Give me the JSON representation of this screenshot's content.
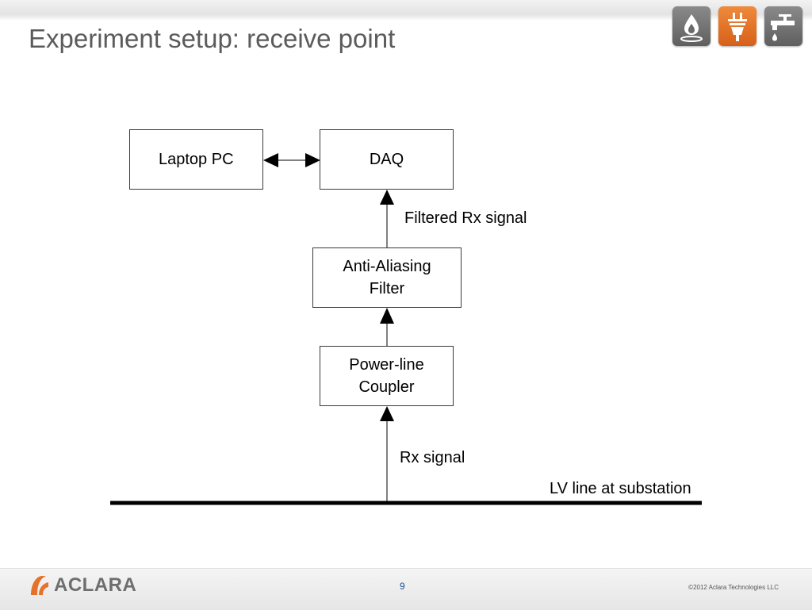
{
  "slide": {
    "title": "Experiment setup: receive point"
  },
  "header_icons": [
    {
      "icon": "gas-flame-icon",
      "color": "#707070"
    },
    {
      "icon": "electric-plug-icon",
      "color": "#e4722a"
    },
    {
      "icon": "water-faucet-icon",
      "color": "#707070"
    }
  ],
  "diagram": {
    "nodes": {
      "laptop": "Laptop PC",
      "daq": "DAQ",
      "filter_line1": "Anti-Aliasing",
      "filter_line2": "Filter",
      "coupler_line1": "Power-line",
      "coupler_line2": "Coupler"
    },
    "labels": {
      "filtered_rx": "Filtered Rx signal",
      "rx": "Rx signal",
      "lv_line": "LV line at substation"
    }
  },
  "footer": {
    "logo": "ACLARA",
    "page_number": "9",
    "copyright": "©2012 Aclara Technologies LLC"
  },
  "colors": {
    "title": "#5b5b5b",
    "accent_orange": "#e4722a",
    "page_number": "#1f4e9c"
  }
}
